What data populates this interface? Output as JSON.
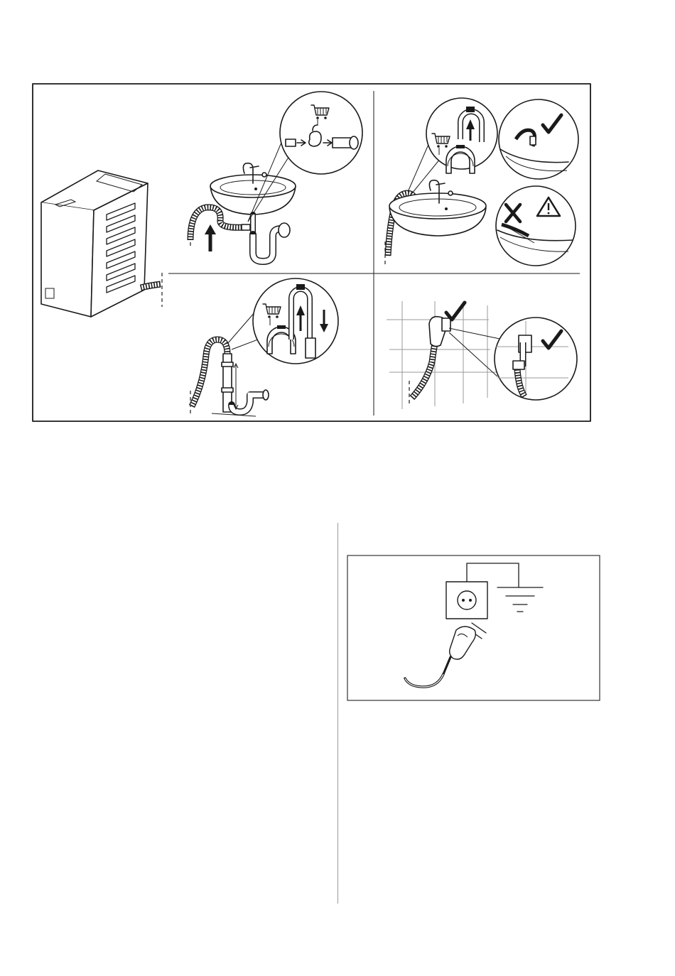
{
  "figures": [
    {
      "name": "drain-hose-installation",
      "panels": [
        {
          "name": "washing-machine-overview"
        },
        {
          "name": "hose-on-washbasin-siphon"
        },
        {
          "name": "hose-on-basin-edge-with-guide"
        },
        {
          "name": "hose-on-standpipe-with-guide"
        },
        {
          "name": "hose-on-wall-outlet"
        }
      ]
    },
    {
      "name": "earthed-socket-connection"
    }
  ],
  "icons": {
    "correct": "check-mark",
    "wrong": "cross-mark",
    "warning": "warning-triangle",
    "accessory": "shopping-cart"
  }
}
